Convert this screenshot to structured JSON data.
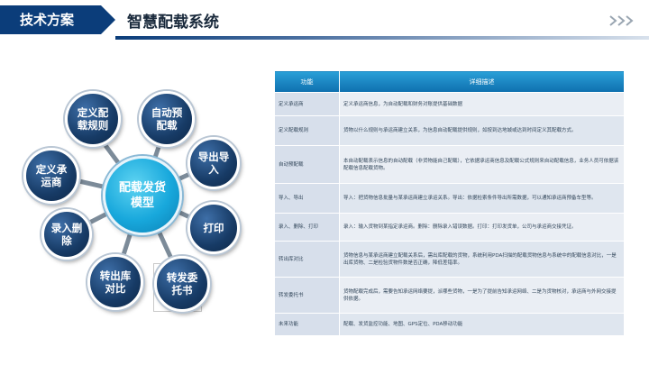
{
  "header": {
    "tag": "技术方案",
    "title": "智慧配载系统"
  },
  "diagram": {
    "hub": "配载发货模型",
    "nodes": [
      "定义配载规则",
      "自动预配载",
      "导出导入",
      "打印",
      "转发委托书",
      "转出库对比",
      "录入删除",
      "定义承运商"
    ]
  },
  "table": {
    "headers": [
      "功能",
      "详细描述"
    ],
    "rows": [
      {
        "func": "定义承运商",
        "desc": "定义承运商信息，为自动配载和财务对账提供基础数据"
      },
      {
        "func": "定义配载规则",
        "desc": "货物以什么规则与承运商建立关系，为信息自动配载提供规则，如按到达地城或达到时间定义其配载方式。"
      },
      {
        "func": "自动预配载",
        "desc": "本自动配载表示信息的自动配载（非货物能自己配载），它依据承运商信息及配载公式规则来自动配载信息，业务人员可依据该配载信息配载货物。"
      },
      {
        "func": "导入、导出",
        "desc": "导入：把货物信息批量与某承运商建立承运关系。导出：依据检索条件导出所需数据，可以通知承运商预备车型等。"
      },
      {
        "func": "录入、删除、打印",
        "desc": "录入：输入货物到某指定承运商。删除：删除录入错误数据。打印：打印发货单，公司与承运商交接凭证。"
      },
      {
        "func": "转出库对比",
        "desc": "货物信息与某承运商建立配载关系后，需出库配载的货物，系统利用PDA扫描的配载货物信息与系统中的配载信息对比，一是出库货物、二是检验货物件数是否正确，降低差错率。"
      },
      {
        "func": "转发委托书",
        "desc": "货物配载完成后，需要告知承运网络要提，派哪些货物，一是为了提前告知承运网络、二是为货物核对，承运商与外网交接提供依据。"
      },
      {
        "func": "未来功能",
        "desc": "配载、发货监控功能、地图、GPS定位、PDA移动功能"
      }
    ]
  }
}
